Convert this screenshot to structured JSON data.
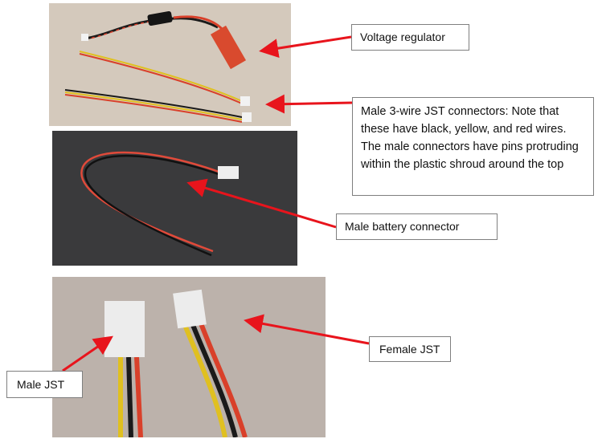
{
  "callouts": {
    "voltage_regulator": "Voltage regulator",
    "male_3wire": "Male 3-wire JST connectors: Note that these have black, yellow, and red wires. The male connectors have pins protruding within the plastic shroud around the top",
    "male_battery": "Male battery connector",
    "female_jst": "Female JST",
    "male_jst": "Male JST"
  },
  "colors": {
    "arrow": "#e8141c",
    "wire_red": "#d9402a",
    "wire_yellow": "#e0c020",
    "wire_black": "#1a1a1a"
  }
}
